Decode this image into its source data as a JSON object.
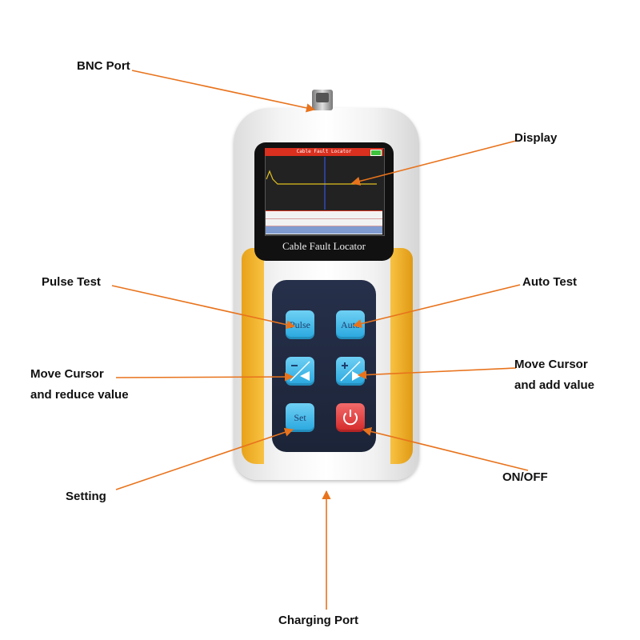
{
  "labels": {
    "bnc_port": "BNC Port",
    "display": "Display",
    "pulse_test": "Pulse Test",
    "auto_test": "Auto Test",
    "move_cursor_reduce_line1": "Move Cursor",
    "move_cursor_reduce_line2": "and reduce value",
    "move_cursor_add_line1": "Move Cursor",
    "move_cursor_add_line2": "and add value",
    "setting": "Setting",
    "on_off": "ON/OFF",
    "charging_port": "Charging Port"
  },
  "device": {
    "screen_title": "Cable Fault Locator",
    "brand": "Cable Fault Locator",
    "keys": {
      "pulse": "Pulse",
      "auto": "Auto",
      "set": "Set"
    }
  },
  "colors": {
    "arrow": "#e8731c",
    "grip": "#f5b52e",
    "key": "#3bb4e8",
    "power_key": "#e23b3b",
    "screen_header": "#d93020"
  },
  "icons": [
    "minus-left-arrow-icon",
    "plus-right-arrow-icon",
    "power-icon"
  ]
}
